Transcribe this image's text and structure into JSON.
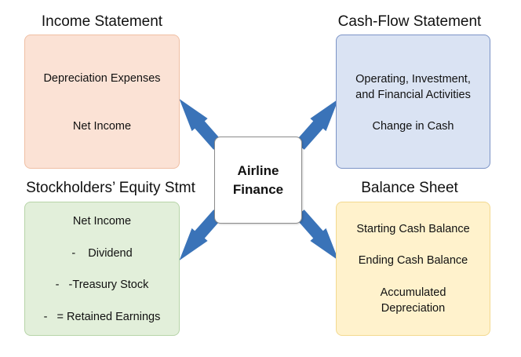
{
  "center": {
    "line1": "Airline",
    "line2": "Finance"
  },
  "income_statement": {
    "title": "Income Statement",
    "items": [
      "Depreciation Expenses",
      "Net Income"
    ]
  },
  "cash_flow_statement": {
    "title": "Cash-Flow Statement",
    "items": [
      "Operating, Investment,",
      "and Financial Activities",
      "Change in Cash"
    ]
  },
  "stockholders_equity": {
    "title": "Stockholders’ Equity Stmt",
    "items": [
      "Net Income",
      "-    Dividend",
      "-   -Treasury Stock",
      "-   = Retained Earnings"
    ]
  },
  "balance_sheet": {
    "title": "Balance Sheet",
    "items": [
      "Starting Cash Balance",
      "Ending Cash Balance",
      "Accumulated",
      "Depreciation"
    ]
  },
  "colors": {
    "income_fill": "#fbe2d5",
    "cashflow_fill": "#dae3f3",
    "equity_fill": "#e2efda",
    "balance_fill": "#fff2cc",
    "arrow": "#3a73b8"
  }
}
